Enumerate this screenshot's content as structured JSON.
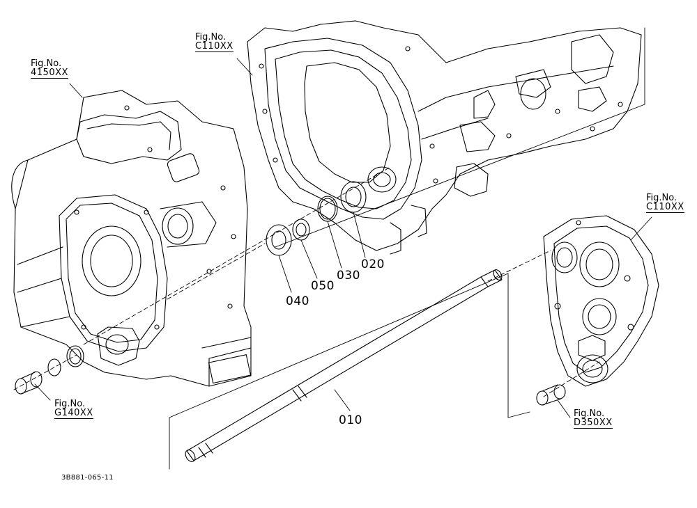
{
  "figure_refs": [
    {
      "id": "ref-4150",
      "line1": "Fig.No.",
      "line2": "4150XX"
    },
    {
      "id": "ref-c110-top",
      "line1": "Fig.No.",
      "line2": "C110XX"
    },
    {
      "id": "ref-c110-right",
      "line1": "Fig.No.",
      "line2": "C110XX"
    },
    {
      "id": "ref-g140",
      "line1": "Fig.No.",
      "line2": "G140XX"
    },
    {
      "id": "ref-d350",
      "line1": "Fig.No.",
      "line2": "D350XX"
    }
  ],
  "parts": {
    "p010": "010",
    "p020": "020",
    "p030": "030",
    "p040": "040",
    "p050": "050"
  },
  "drawing_code": "3B881-065-11"
}
